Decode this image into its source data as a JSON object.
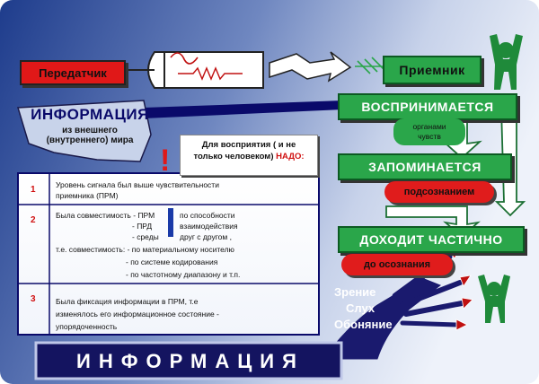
{
  "transmitter": {
    "label": "Передатчик"
  },
  "receiver": {
    "label": "Приемник"
  },
  "info_source": {
    "title": "ИНФОРМАЦИЯ",
    "sub1": "из внешнего",
    "sub2": "(внутреннего) мира"
  },
  "perception_note": {
    "line1": "Для восприятия ( и не",
    "line2": "только человеком)",
    "emph": "НАДО:"
  },
  "steps": [
    {
      "label": "ВОСПРИНИМАЕТСЯ"
    },
    {
      "label": "ЗАПОМИНАЕТСЯ"
    },
    {
      "label": "ДОХОДИТ  ЧАСТИЧНО"
    }
  ],
  "organs_note": {
    "line1": "органами",
    "line2": "чувств"
  },
  "subconscious": {
    "label": "подсознанием"
  },
  "conscious": {
    "label": "до осознания"
  },
  "senses": [
    "Зрение",
    "Слух",
    "Обоняние"
  ],
  "conditions": {
    "c1_num": "1",
    "c1_line1": "Уровень сигнала был выше чувствительности",
    "c1_line2": "приемника  (ПРМ)",
    "c2_num": "2",
    "c2_l1a": "Была совместимость - ПРМ",
    "c2_l1b": "по способности",
    "c2_l2a": "- ПРД",
    "c2_l2b": "взаимодействия",
    "c2_l3a": "- среды",
    "c2_l3b": "друг с другом ,",
    "c2_l4": "т.е. совместимость:  - по материальному носителю",
    "c2_l5": "- по системе кодирования",
    "c2_l6": "- по частотному диапазону и т.п.",
    "c3_num": "3",
    "c3_line1": "Была фиксация информации в ПРМ, т.е",
    "c3_line2": "изменялось его информационное состояние -",
    "c3_line3": "упорядоченность"
  },
  "bottom_banner": {
    "label": "ИНФОРМАЦИЯ"
  },
  "exclamation": "!",
  "colors": {
    "red": "#e01818",
    "green": "#2aa64a",
    "navy": "#0a0a6a",
    "blue_bg": "#2a4a9a"
  }
}
